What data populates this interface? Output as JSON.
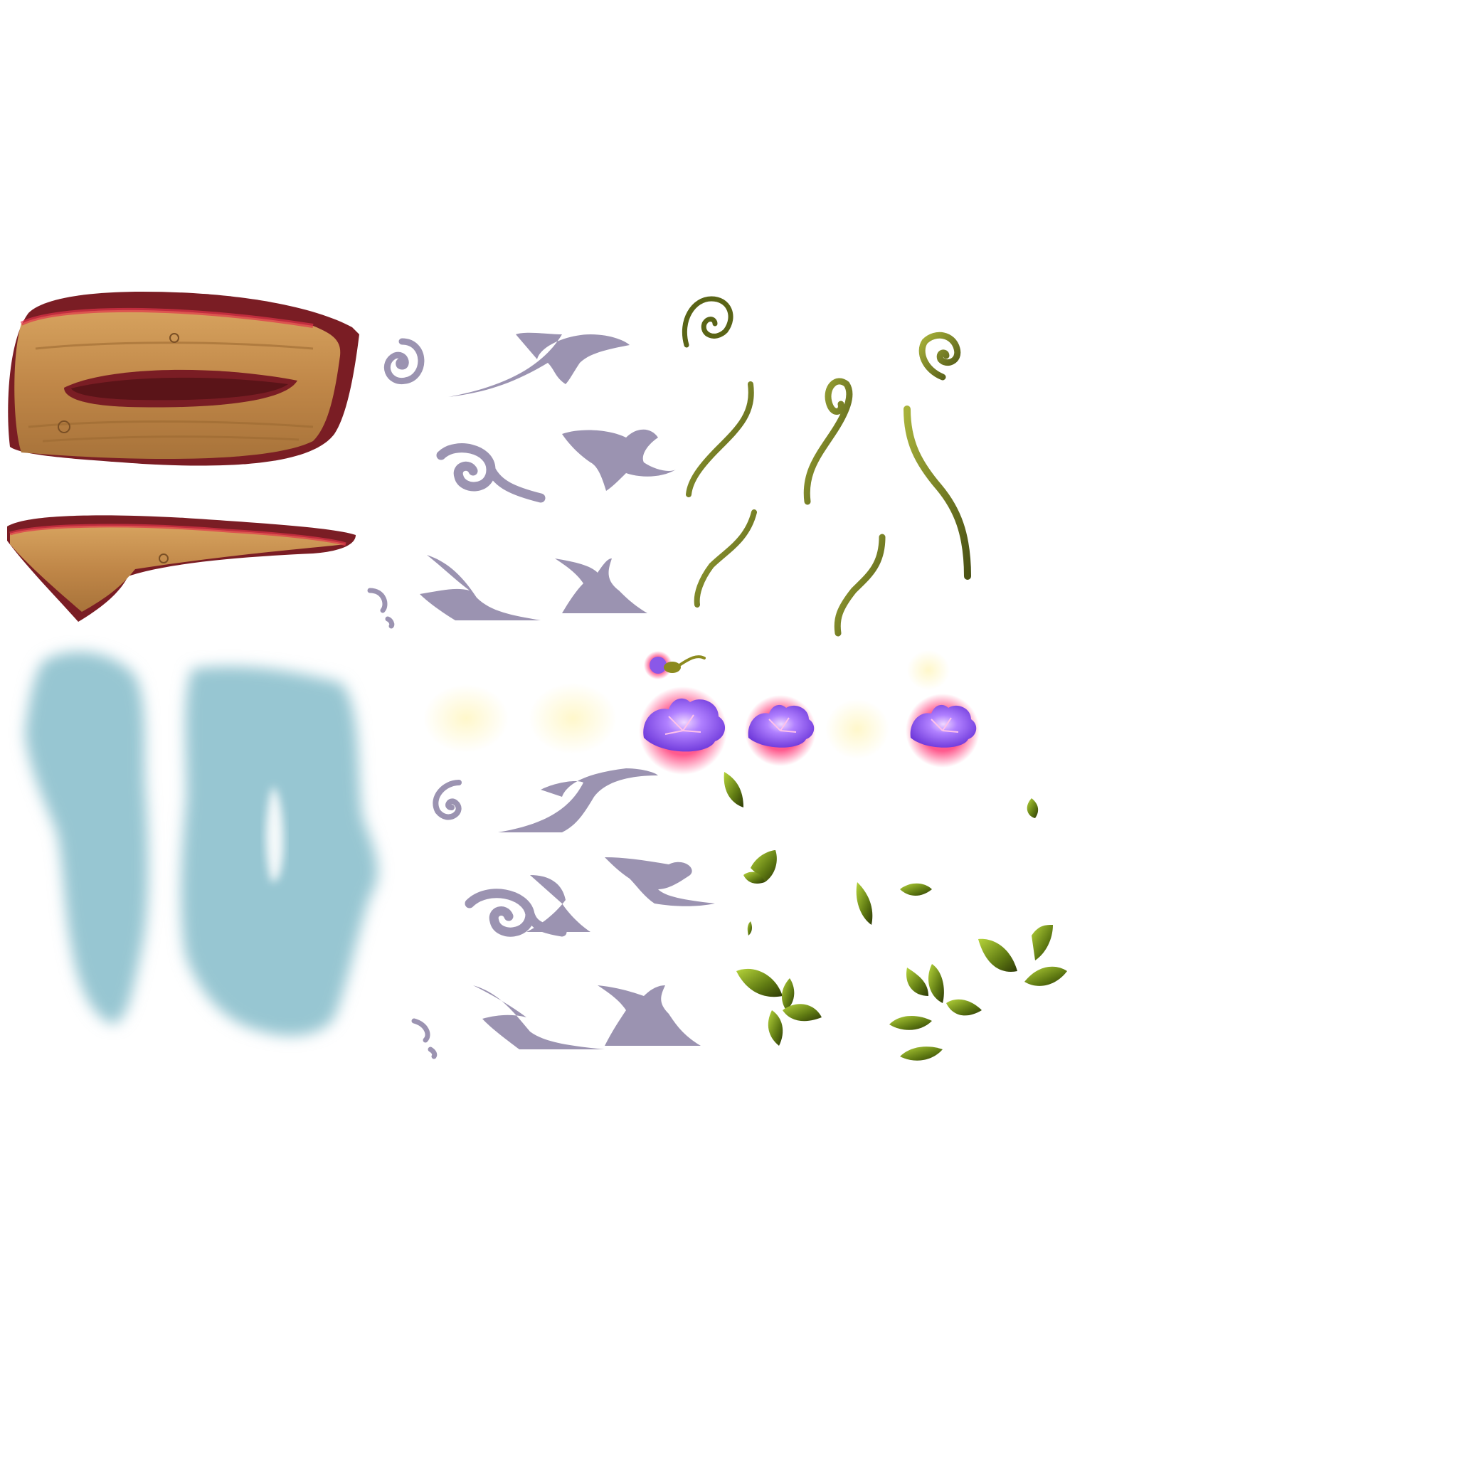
{
  "sheet": {
    "kind": "texture-atlas",
    "background": "#ffffff"
  },
  "palette": {
    "wood_light": "#c9934f",
    "wood_dark": "#9c6a32",
    "wood_rim": "#7a1d24",
    "wood_rim_glow": "#e0344a",
    "shadow_purple": "#9b93b1",
    "water_blue": "#97c6d2",
    "vine_green": "#6b7a1c",
    "vine_dark": "#3d4410",
    "flower_purple": "#8a58e8",
    "flower_glow": "#ff2d6a",
    "sparkle_yellow": "#fbf1b4",
    "leaf_green": "#7a9c1c",
    "leaf_dark": "#3a4a0a"
  },
  "sprites": [
    {
      "name": "wood-plank-ring",
      "type": "wood"
    },
    {
      "name": "wood-plank-shelf",
      "type": "wood"
    },
    {
      "name": "water-splash-left",
      "type": "water"
    },
    {
      "name": "water-splash-right",
      "type": "water"
    },
    {
      "name": "vine-shadow-silhouettes",
      "type": "shadow"
    },
    {
      "name": "curly-vine-stems",
      "type": "vine"
    },
    {
      "name": "flower-bud",
      "type": "flower"
    },
    {
      "name": "purple-flower",
      "type": "flower",
      "count": 3
    },
    {
      "name": "sparkle-cloud",
      "type": "particle",
      "count": 4
    },
    {
      "name": "green-leaves",
      "type": "leaf"
    }
  ]
}
